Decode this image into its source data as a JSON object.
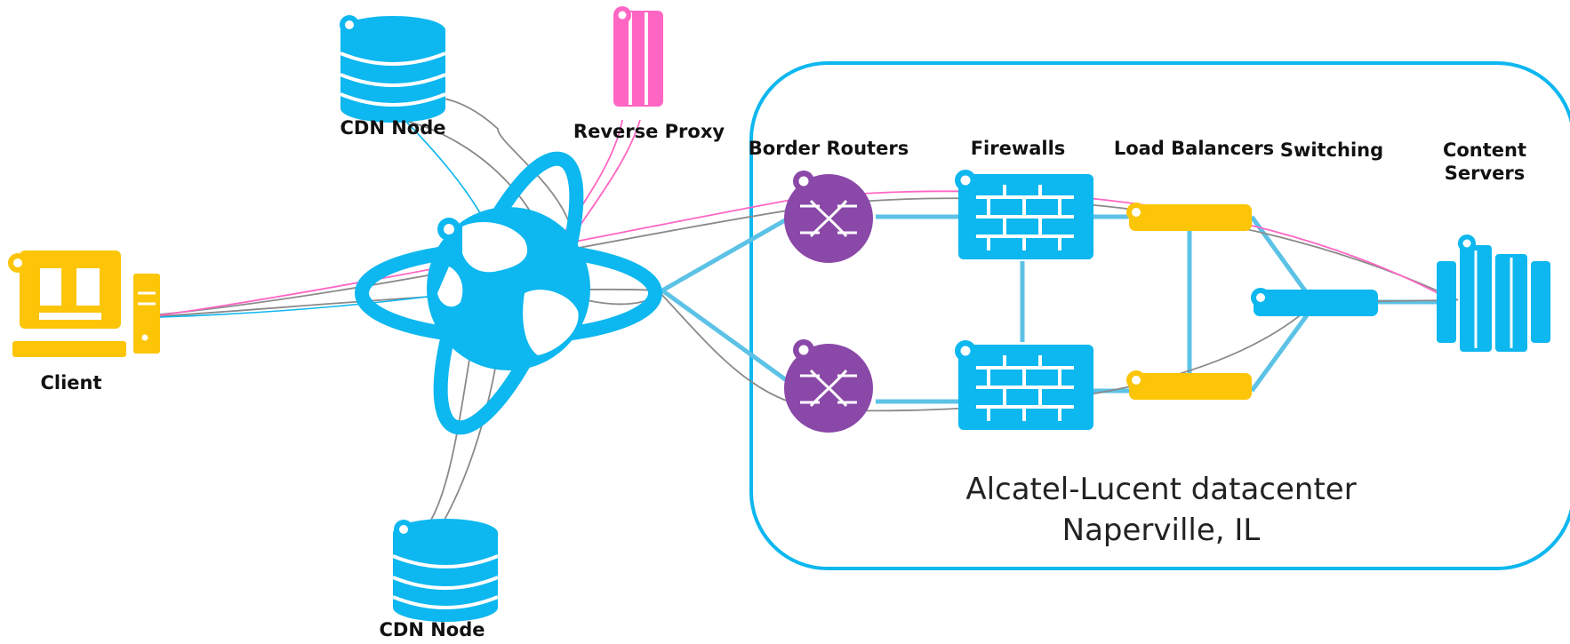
{
  "labels": {
    "client": "Client",
    "cdn_node_top": "CDN Node",
    "reverse_proxy": "Reverse Proxy",
    "cdn_node_bottom": "CDN Node",
    "border_routers": "Border Routers",
    "firewalls": "Firewalls",
    "load_balancers": "Load Balancers",
    "switching": "Switching",
    "content_servers_line1": "Content",
    "content_servers_line2": "Servers"
  },
  "datacenter": {
    "line1": "Alcatel-Lucent datacenter",
    "line2": "Naperville, IL"
  },
  "colors": {
    "cyan": "#0db7ef",
    "yellow": "#fcc508",
    "purple": "#8a48a8",
    "pink": "#ff66c4",
    "grey_path": "#8a8a8a",
    "link": "#5cc2e6"
  },
  "icons": [
    "desktop-computer-icon",
    "database-icon",
    "reverse-proxy-icon",
    "globe-network-icon",
    "router-icon",
    "firewall-icon",
    "load-balancer-icon",
    "switch-icon",
    "server-rack-icon"
  ]
}
